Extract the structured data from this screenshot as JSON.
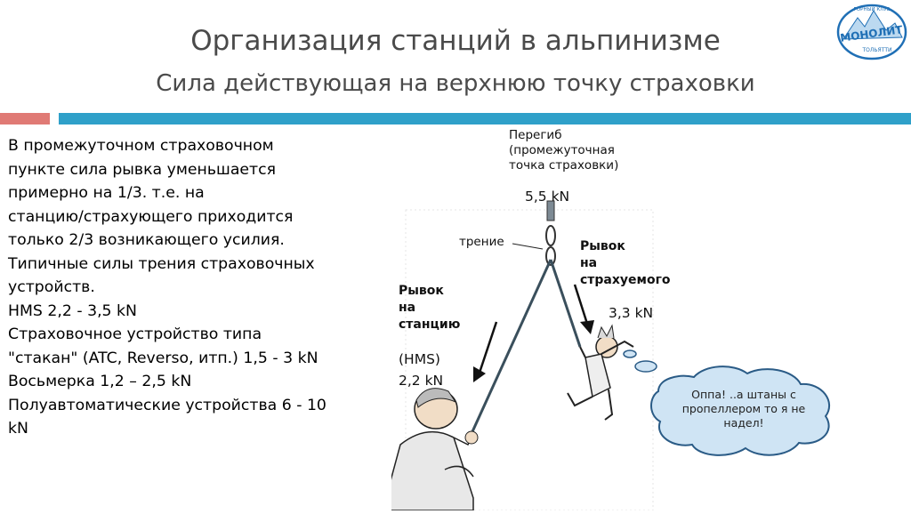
{
  "title": {
    "line1": "Организация станций в альпинизме",
    "line2": "Сила действующая на верхнюю точку страховки"
  },
  "logo": {
    "text": "МОНОЛИТ",
    "top_text": "ГОРНЫЙ КЛУБ",
    "bottom_text": "ТОЛЬЯТТИ"
  },
  "body_lines": [
    "В промежуточном страховочном",
    "пункте сила рывка уменьшается",
    "примерно на 1/3. т.е. на",
    "станцию/страхующего приходится",
    "только 2/3 возникающего усилия.",
    "Типичные силы трения страховочных",
    "устройств.",
    "HMS 2,2 - 3,5 kN",
    "Страховочное устройство типа",
    "\"стакан\" (ATC, Reverso, итп.) 1,5 - 3 kN",
    "Восьмерка 1,2 – 2,5 kN",
    "Полуавтоматические устройства 6 - 10",
    "kN"
  ],
  "figure": {
    "top_label": [
      "Перегиб",
      "(промежуточная",
      "точка страховки)"
    ],
    "top_force": "5,5 kN",
    "friction": "трение",
    "right_label": [
      "Рывок",
      "на",
      "страхуемого"
    ],
    "right_force": "3,3 kN",
    "left_label": [
      "Рывок",
      "на",
      "станцию"
    ],
    "left_device": "(HMS)",
    "left_force": "2,2 kN",
    "bubble": [
      "Оппа! ..а штаны с",
      "пропеллером то я не",
      "надел!"
    ]
  },
  "colors": {
    "title": "#4a4a4a",
    "accent_red": "#e07a75",
    "accent_blue": "#2fa0c9",
    "rope": "#3a4f5c",
    "bubble_fill": "#cfe4f4",
    "bubble_stroke": "#2a5b86",
    "logo": "#1f6fb5"
  }
}
